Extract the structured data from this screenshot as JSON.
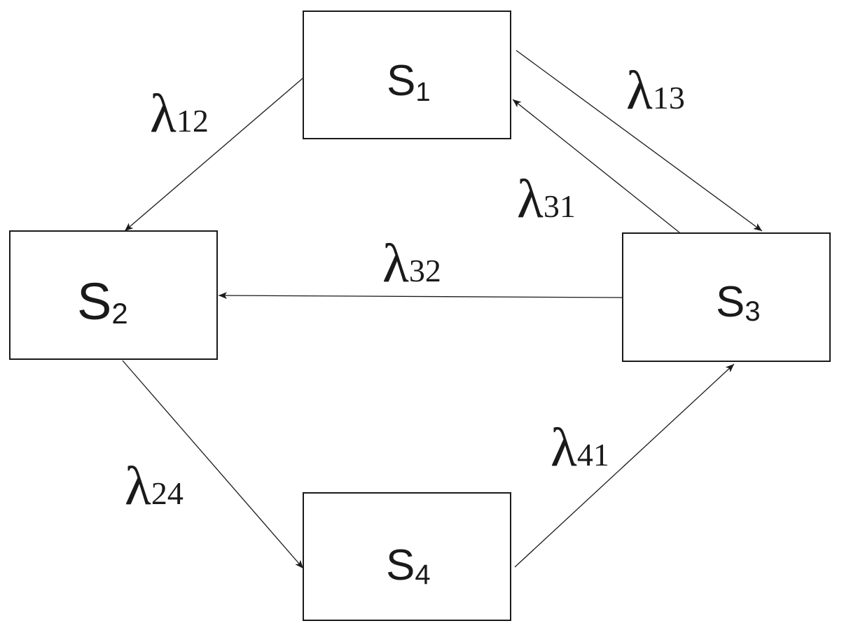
{
  "states": [
    {
      "id": "s1",
      "letter": "S",
      "index": "1"
    },
    {
      "id": "s2",
      "letter": "S",
      "index": "2"
    },
    {
      "id": "s3",
      "letter": "S",
      "index": "3"
    },
    {
      "id": "s4",
      "letter": "S",
      "index": "4"
    }
  ],
  "transitions": [
    {
      "from": "s1",
      "to": "s2",
      "symbol": "λ",
      "subscript": "12"
    },
    {
      "from": "s1",
      "to": "s3",
      "symbol": "λ",
      "subscript": "13"
    },
    {
      "from": "s3",
      "to": "s1",
      "symbol": "λ",
      "subscript": "31"
    },
    {
      "from": "s3",
      "to": "s2",
      "symbol": "λ",
      "subscript": "32"
    },
    {
      "from": "s2",
      "to": "s4",
      "symbol": "λ",
      "subscript": "24"
    },
    {
      "from": "s4",
      "to": "s3",
      "symbol": "λ",
      "subscript": "41"
    }
  ],
  "colors": {
    "line": "#1a1a1a",
    "background": "#ffffff"
  }
}
